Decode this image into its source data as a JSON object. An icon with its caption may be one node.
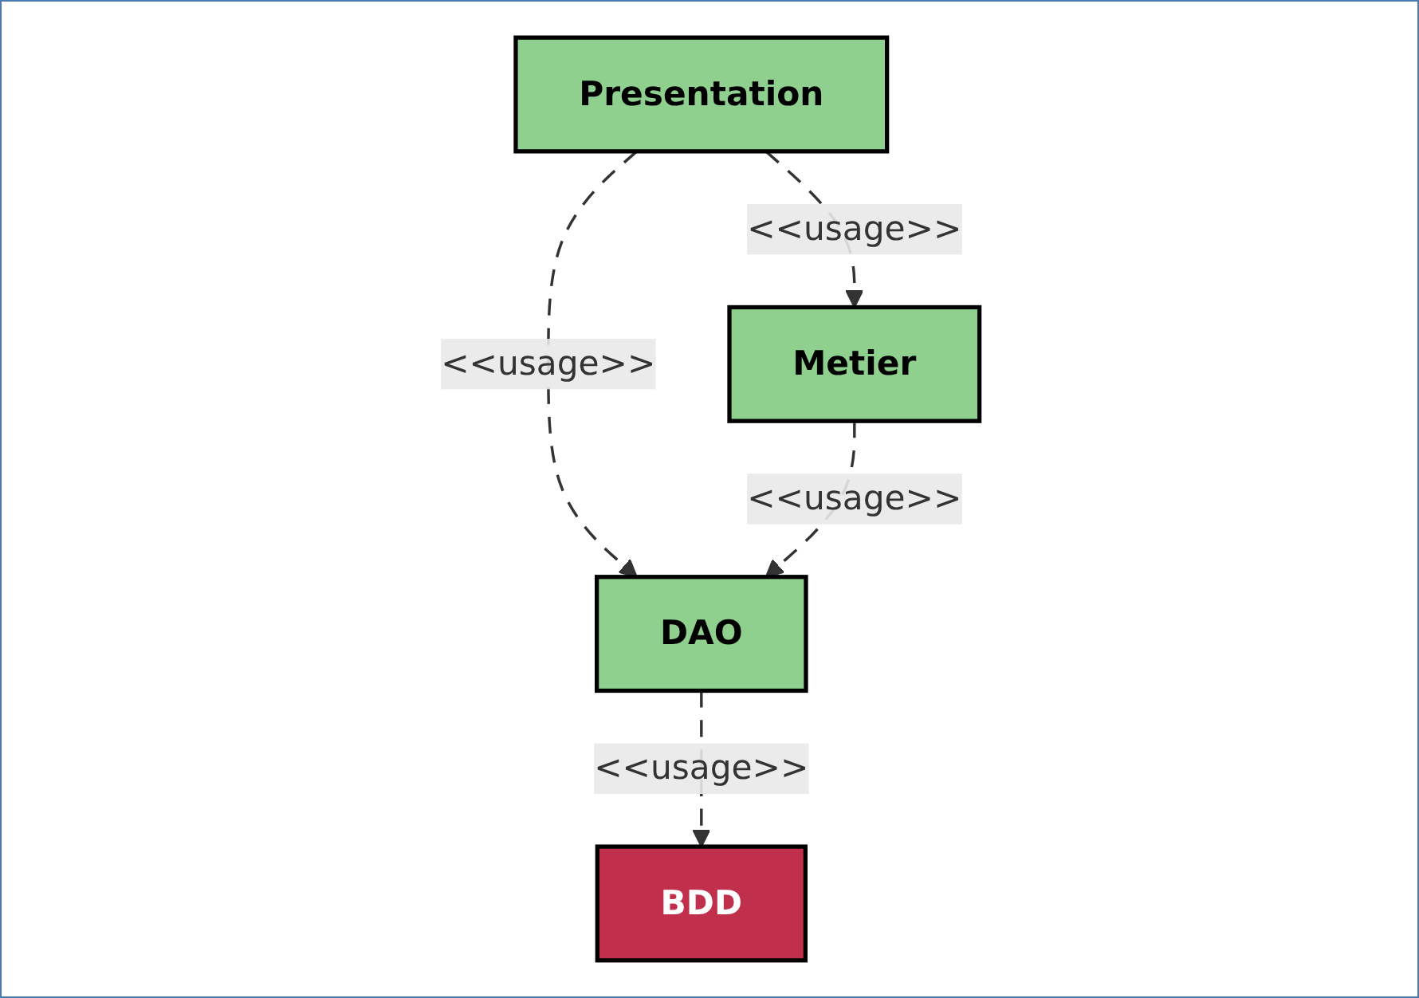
{
  "diagram": {
    "nodes": [
      {
        "text": [
          "Presentation"
        ]
      },
      {
        "text": [
          "Metier"
        ]
      },
      {
        "text": [
          "DAO"
        ]
      },
      {
        "text": [
          "BDD"
        ]
      }
    ],
    "edges": [
      {
        "from": 0,
        "to": 1,
        "arrow": "to",
        "label": "<<usage>>",
        "style": "dashed"
      },
      {
        "from": 0,
        "to": 2,
        "arrow": "to",
        "label": "<<usage>>",
        "style": "dashed"
      },
      {
        "from": 1,
        "to": 2,
        "arrow": "to",
        "label": "<<usage>>",
        "style": "dashed"
      },
      {
        "from": 2,
        "to": 3,
        "arrow": "to",
        "label": "<<usage>>",
        "style": "dashed"
      }
    ]
  }
}
